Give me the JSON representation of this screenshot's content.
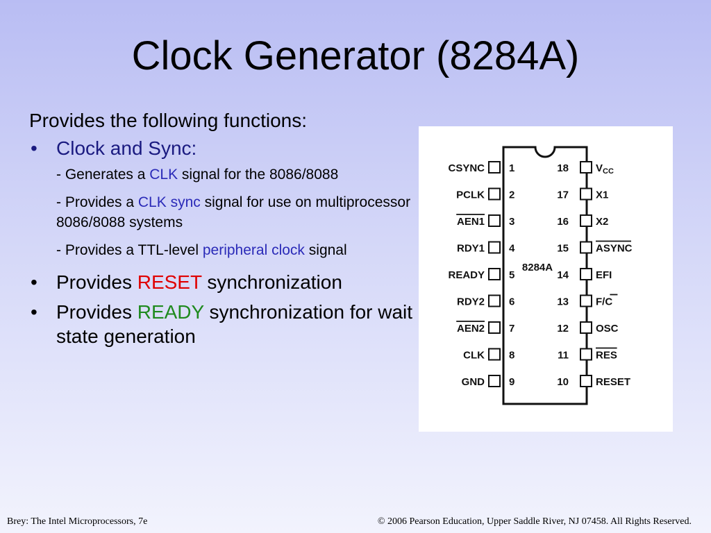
{
  "title": "Clock Generator (8284A)",
  "intro": "Provides the following functions:",
  "bullets": {
    "clock_sync": "Clock and Sync:",
    "sub1": {
      "pre": "- Generates a ",
      "hl": "CLK",
      "post": " signal for the 8086/8088"
    },
    "sub2": {
      "pre": "- Provides a ",
      "hl": "CLK sync",
      "post": " signal for use on multiprocessor 8086/8088 systems"
    },
    "sub3": {
      "pre": "- Provides a TTL-level ",
      "hl": "peripheral clock",
      "post": " signal"
    },
    "reset": {
      "pre": "Provides ",
      "hl": "RESET",
      "post": " synchronization"
    },
    "ready": {
      "pre": "Provides ",
      "hl": "READY",
      "post": " synchronization for wait state generation"
    }
  },
  "chip": {
    "name": "8284A",
    "left_pins": [
      {
        "num": "1",
        "label": "CSYNC"
      },
      {
        "num": "2",
        "label": "PCLK"
      },
      {
        "num": "3",
        "label": "AEN1",
        "overline": true
      },
      {
        "num": "4",
        "label": "RDY1"
      },
      {
        "num": "5",
        "label": "READY"
      },
      {
        "num": "6",
        "label": "RDY2"
      },
      {
        "num": "7",
        "label": "AEN2",
        "overline": true
      },
      {
        "num": "8",
        "label": "CLK"
      },
      {
        "num": "9",
        "label": "GND"
      }
    ],
    "right_pins": [
      {
        "num": "18",
        "label": "V",
        "sub": "CC"
      },
      {
        "num": "17",
        "label": "X1"
      },
      {
        "num": "16",
        "label": "X2"
      },
      {
        "num": "15",
        "label": "ASYNC",
        "overline": true
      },
      {
        "num": "14",
        "label": "EFI"
      },
      {
        "num": "13",
        "label": "F/",
        "overline_part": "C"
      },
      {
        "num": "12",
        "label": "OSC"
      },
      {
        "num": "11",
        "label": "RES",
        "overline": true
      },
      {
        "num": "10",
        "label": "RESET"
      }
    ]
  },
  "footer": {
    "left": "Brey: The Intel Microprocessors, 7e",
    "right": "© 2006 Pearson Education, Upper Saddle River, NJ 07458. All Rights Reserved."
  },
  "colors": {
    "background_top": "#b9bdf3",
    "highlight_blue": "#2a2ab8",
    "highlight_red": "#e00000",
    "highlight_green": "#1f8a1f",
    "clock_sync_color": "#1a1a80"
  }
}
